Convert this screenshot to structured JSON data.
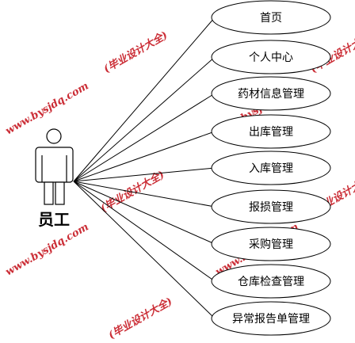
{
  "actor": {
    "label": "员工"
  },
  "use_cases": [
    {
      "label": "首页"
    },
    {
      "label": "个人中心"
    },
    {
      "label": "药材信息管理"
    },
    {
      "label": "出库管理"
    },
    {
      "label": "入库管理"
    },
    {
      "label": "报损管理"
    },
    {
      "label": "采购管理"
    },
    {
      "label": "仓库检查管理"
    },
    {
      "label": "异常报告单管理"
    }
  ],
  "watermark": {
    "site": "www.bysjdq.com",
    "tag": "(毕业设计大全)"
  },
  "colors": {
    "watermark": "#c0000a",
    "line": "#000000",
    "background": "#ffffff"
  }
}
